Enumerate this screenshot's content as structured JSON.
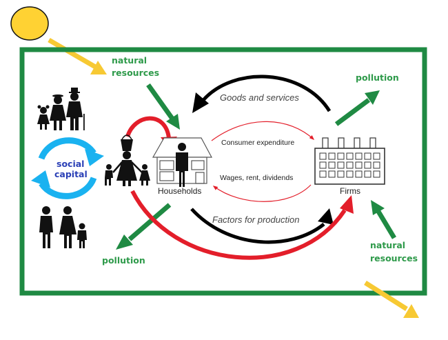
{
  "diagram": {
    "title": "",
    "colors": {
      "boundary": "#1f8a43",
      "sun": "#ffd233",
      "solar_arrow": "#f7c933",
      "resource_arrow": "#1f8a43",
      "money_flow": "#e31e2a",
      "real_flow": "#000000",
      "social_cycle": "#1ab2f0",
      "text_green": "#2e9a4a",
      "text_blue": "#2a3fb6"
    },
    "nodes": {
      "households": "Households",
      "firms": "Firms",
      "social_capital_line1": "social",
      "social_capital_line2": "capital"
    },
    "flows": {
      "goods_services": "Goods and services",
      "consumer_expenditure": "Consumer expenditure",
      "wages": "Wages, rent, dividends",
      "factors": "Factors for production"
    },
    "environment": {
      "natural_resources_top_line1": "natural",
      "natural_resources_top_line2": "resources",
      "pollution_top": "pollution",
      "pollution_bottom": "pollution",
      "natural_resources_bottom_line1": "natural",
      "natural_resources_bottom_line2": "resources"
    },
    "icons": [
      "sun-icon",
      "family-elderly-icon",
      "family-parents-icon",
      "mother-children-icon",
      "bucket-icon",
      "house-icon",
      "person-icon",
      "factory-icon"
    ]
  }
}
